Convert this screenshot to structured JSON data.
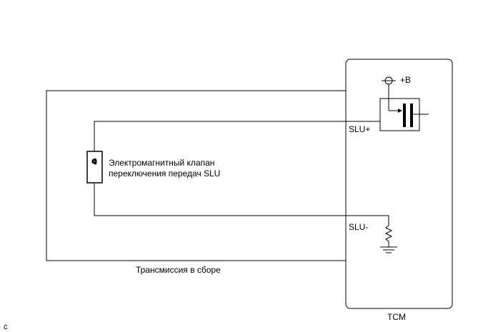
{
  "diagram": {
    "solenoid_label_line1": "Электромагнитный клапан",
    "solenoid_label_line2": "переключения передач SLU",
    "transmission_label": "Трансмиссия в сборе",
    "tcm_label": "TCM",
    "power_label": "+B",
    "slu_plus_label": "SLU+",
    "slu_minus_label": "SLU-",
    "corner_mark": "c"
  }
}
